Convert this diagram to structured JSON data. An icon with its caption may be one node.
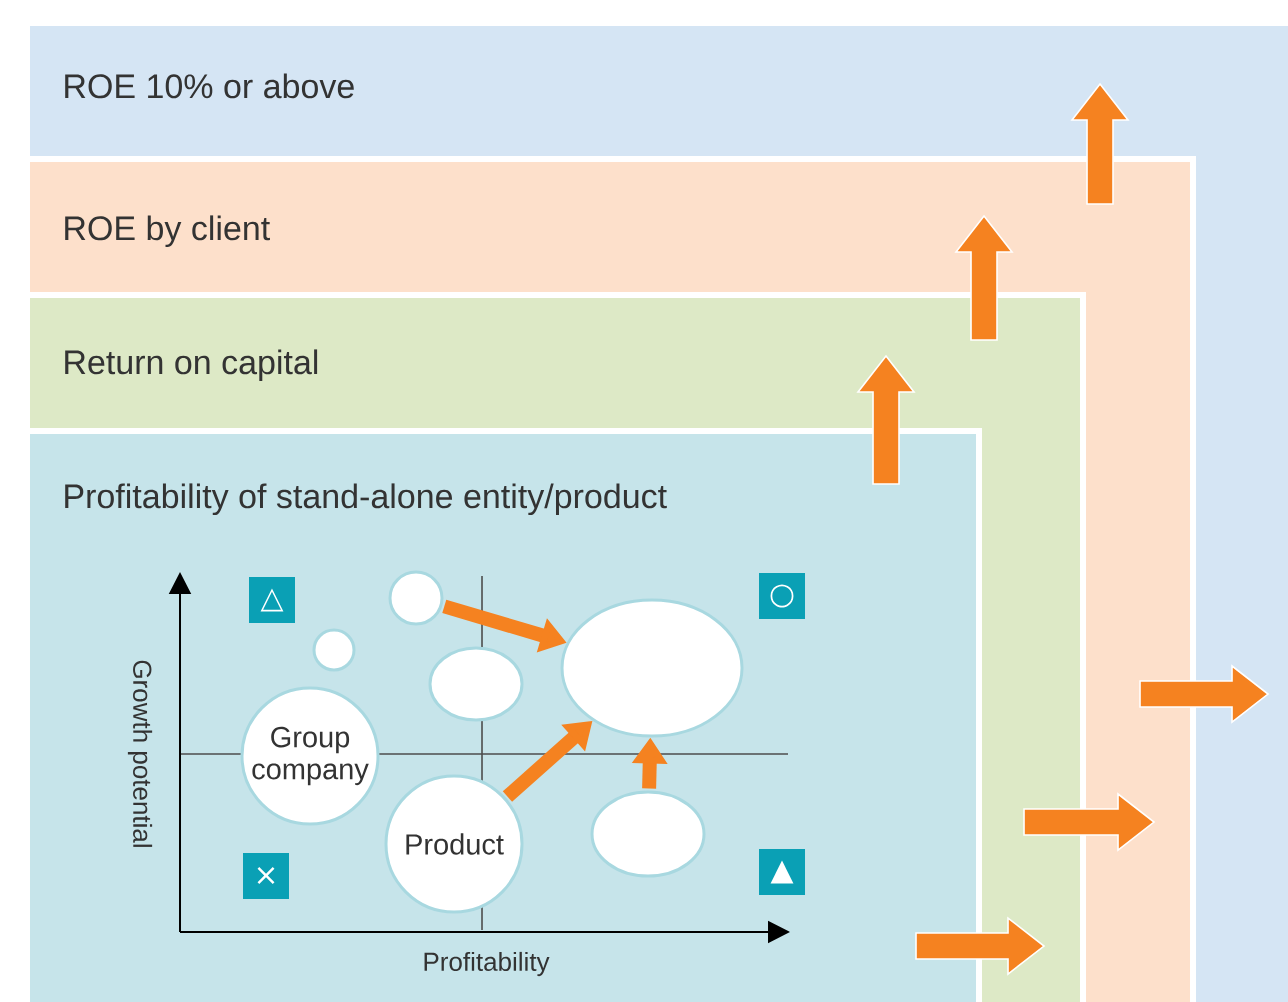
{
  "diagram": {
    "nodes": [
      {
        "text": [
          "ROE 10% or above"
        ]
      },
      {
        "text": [
          "ROE by client"
        ],
        "in": 0
      },
      {
        "text": [
          "Return on capital"
        ],
        "in": 1
      },
      {
        "text": [
          "Profitability of stand-alone entity/product"
        ],
        "in": 2
      },
      {
        "text": [
          "△"
        ],
        "in": 3
      },
      {
        "text": [],
        "shape": "circle",
        "in": 3
      },
      {
        "text": [
          "○"
        ],
        "in": 3
      },
      {
        "text": [],
        "shape": "circle",
        "in": 3
      },
      {
        "text": [],
        "shape": "ellipse",
        "in": 3
      },
      {
        "text": [],
        "shape": "ellipse",
        "in": 3
      },
      {
        "text": [
          "Group company"
        ],
        "in": 3
      },
      {
        "text": [
          "Product"
        ],
        "in": 3
      },
      {
        "text": [],
        "shape": "ellipse",
        "in": 3
      },
      {
        "text": [
          "×"
        ],
        "in": 3
      },
      {
        "text": [
          "▲"
        ],
        "in": 3
      }
    ],
    "edges": [
      {
        "from": 5,
        "to": 8,
        "arrow": "to"
      },
      {
        "from": 11,
        "to": 8,
        "arrow": "to"
      },
      {
        "from": 12,
        "to": 8,
        "arrow": "to"
      }
    ],
    "labels": [
      "Growth potential",
      "Profitability"
    ]
  }
}
